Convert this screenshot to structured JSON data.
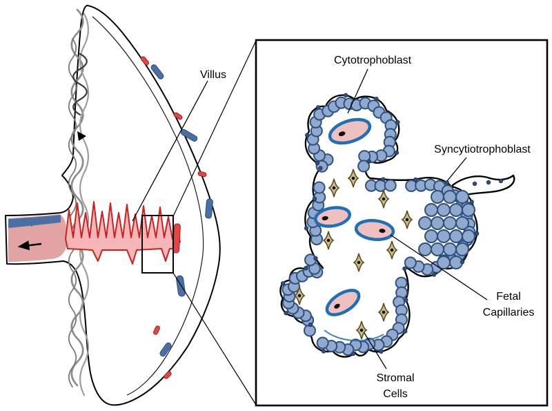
{
  "labels": {
    "villus": "Villus",
    "cytotrophoblast": "Cytotrophoblast",
    "syncytiotrophoblast": "Syncytiotrophoblast",
    "fetal_capillaries_line1": "Fetal",
    "fetal_capillaries_line2": "Capillaries",
    "stromal_cells_line1": "Stromal",
    "stromal_cells_line2": "Cells"
  },
  "colors": {
    "cell_fill": "#8fa9cf",
    "cell_stroke": "#2f4f7d",
    "capillary_ring": "#1f6fb5",
    "capillary_fill": "#eec0c0",
    "stromal_fill": "#cbbd8e",
    "stromal_stroke": "#5e4e1e",
    "villus_red": "#cc2020",
    "villus_pink": "#f4b6b6",
    "cord_pink": "#e2a3a3",
    "vessel_blue": "#4a6fa5",
    "vessel_red": "#e04848"
  }
}
